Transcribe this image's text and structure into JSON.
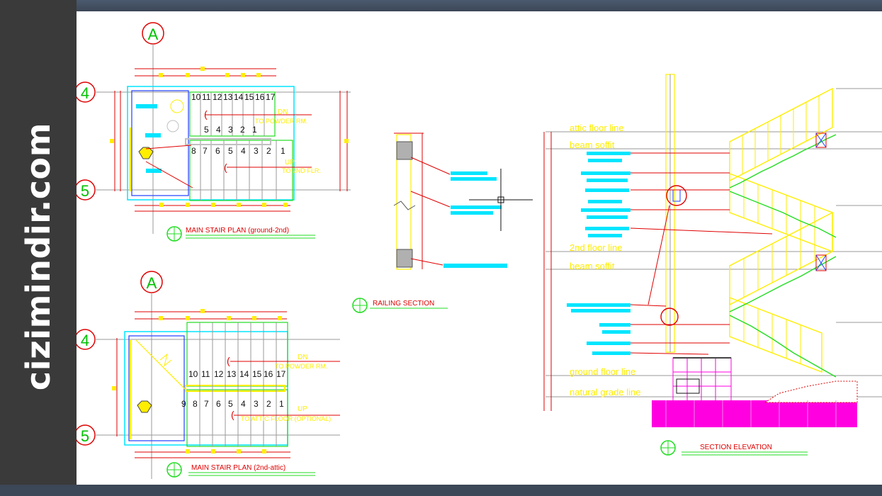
{
  "watermark": {
    "text": "cizimindir.com"
  },
  "grid_labels": {
    "a_top": "A",
    "a_bottom": "A",
    "four_top": "4",
    "five_top": "5",
    "four_bottom": "4",
    "five_bottom": "5"
  },
  "plan_ground": {
    "title": "MAIN STAIR PLAN (ground-2nd)",
    "top_steps": [
      "10",
      "11",
      "12",
      "13",
      "14",
      "15",
      "16",
      "17"
    ],
    "mid_steps": [
      "5",
      "4",
      "3",
      "2",
      "1"
    ],
    "low_steps": [
      "8",
      "7",
      "6",
      "5",
      "4",
      "3",
      "2",
      "1"
    ],
    "dn_label": "DN",
    "dn_sub": "TO POWDER RM.",
    "up_label": "UP",
    "up_sub": "TO 2ND FLR."
  },
  "plan_attic": {
    "title": "MAIN STAIR PLAN (2nd-attic)",
    "top_steps": [
      "10",
      "11",
      "12",
      "13",
      "14",
      "15",
      "16",
      "17"
    ],
    "low_steps": [
      "9",
      "8",
      "7",
      "6",
      "5",
      "4",
      "3",
      "2",
      "1"
    ],
    "dn_label": "DN",
    "dn_sub": "TO POWDER RM.",
    "up_label": "UP",
    "up_sub": "TO ATTIC FLOOR (OPTIONAL)"
  },
  "railing": {
    "title": "RAILING SECTION"
  },
  "section": {
    "title": "SECTION ELEVATION",
    "labels": {
      "attic_floor": "attic floor line",
      "beam_soffit_1": "beam soffit",
      "second_floor": "2nd floor line",
      "beam_soffit_2": "beam soffit",
      "ground_floor": "ground floor line",
      "natural_grade": "natural grade line"
    }
  },
  "colors": {
    "cyan": "#00e5ff",
    "red": "#e00000",
    "yellow": "#ffee00",
    "green": "#22dd22",
    "magenta": "#ff00e0",
    "grid": "#9a9a9a"
  }
}
